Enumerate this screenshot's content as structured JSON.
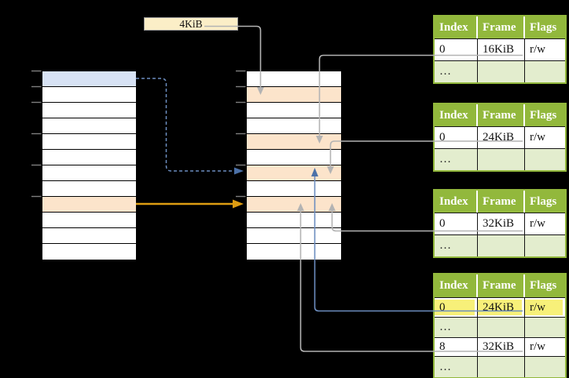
{
  "frame_size_label": "4KiB",
  "page_tables": {
    "headers": [
      "Index",
      "Frame",
      "Flags"
    ],
    "tables": [
      {
        "rows": [
          [
            "0",
            "16KiB",
            "r/w"
          ],
          [
            "…",
            "",
            ""
          ]
        ]
      },
      {
        "rows": [
          [
            "0",
            "24KiB",
            "r/w"
          ],
          [
            "…",
            "",
            ""
          ]
        ]
      },
      {
        "rows": [
          [
            "0",
            "32KiB",
            "r/w"
          ],
          [
            "…",
            "",
            ""
          ]
        ]
      },
      {
        "rows": [
          [
            "0",
            "24KiB",
            "r/w"
          ],
          [
            "…",
            "",
            ""
          ],
          [
            "8",
            "32KiB",
            "r/w"
          ],
          [
            "…",
            "",
            ""
          ]
        ]
      }
    ]
  },
  "colors": {
    "table_header_green": "#92B83C",
    "table_row_light_green": "#E3EDCE",
    "memory_highlight_orange": "#FCE4CB",
    "memory_highlight_blue": "#D7E2F4",
    "label_box_cream": "#FBEEC7",
    "highlight_yellow": "#F7F079",
    "arrow_gray": "#B3B3B3",
    "arrow_blue": "#6C8DBF",
    "arrow_blue_dark": "#4C71A8",
    "arrow_orange": "#DE9D12",
    "tick_gray": "#7F7F7F"
  }
}
